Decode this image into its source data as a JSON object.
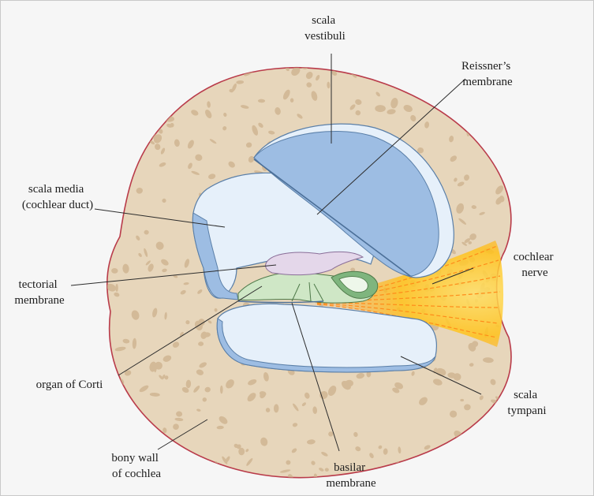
{
  "colors": {
    "background": "#f6f6f6",
    "bone": "#e7d6bb",
    "bone_spots": "#cdb08c",
    "bone_outline": "#b93b4a",
    "scala_vestibuli": "#9dbde3",
    "scala_fill_light": "#e6f0fa",
    "membrane_edge": "#5a7fa8",
    "tectorial": "#e4d7ea",
    "organ_of_corti": "#cfe7c6",
    "organ_dark": "#7fb57e",
    "nerve": "#ffc21a",
    "leader_line": "#2c2c2c"
  },
  "labels": {
    "scala_vestibuli": [
      "scala",
      "vestibuli"
    ],
    "reissners_membrane": [
      "Reissner’s",
      "membrane"
    ],
    "scala_media": [
      "scala media",
      "(cochlear duct)"
    ],
    "tectorial_membrane": [
      "tectorial",
      "membrane"
    ],
    "cochlear_nerve": [
      "cochlear",
      "nerve"
    ],
    "organ_of_corti": [
      "organ of Corti"
    ],
    "scala_tympani": [
      "scala",
      "tympani"
    ],
    "bony_wall": [
      "bony wall",
      "of cochlea"
    ],
    "basilar_membrane": [
      "basilar",
      "membrane"
    ]
  }
}
